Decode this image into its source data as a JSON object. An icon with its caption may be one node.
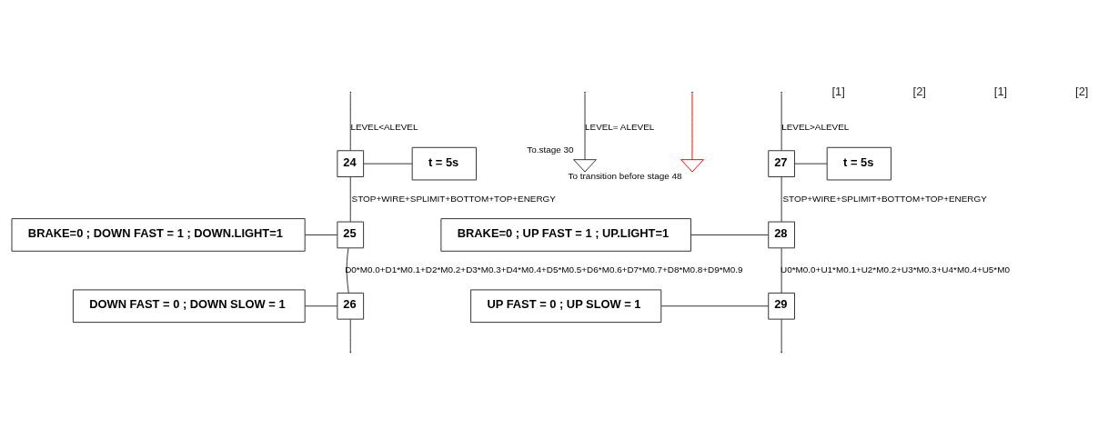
{
  "diagram": {
    "nodes": [
      {
        "text": [
          "24"
        ]
      },
      {
        "text": [
          "t = 5s"
        ]
      },
      {
        "text": [
          "25"
        ]
      },
      {
        "text": [
          "BRAKE=0 ; DOWN FAST = 1 ; DOWN.LIGHT=1"
        ]
      },
      {
        "text": [
          "26"
        ]
      },
      {
        "text": [
          "DOWN FAST = 0 ; DOWN SLOW = 1"
        ]
      },
      {
        "text": [],
        "shape": "triangle",
        "beside": [
          "To.stage 30"
        ]
      },
      {
        "text": [],
        "shape": "triangle",
        "beside": [
          "To transition before stage 48"
        ]
      },
      {
        "text": [
          "27"
        ]
      },
      {
        "text": [
          "t = 5s"
        ]
      },
      {
        "text": [
          "28"
        ]
      },
      {
        "text": [
          "BRAKE=0 ; UP FAST = 1 ; UP.LIGHT=1"
        ]
      },
      {
        "text": [
          "29"
        ]
      },
      {
        "text": [
          "UP FAST = 0 ; UP SLOW = 1"
        ]
      }
    ],
    "edges": [
      {
        "from": null,
        "to": 0,
        "arrow": "none",
        "label": "LEVEL<ALEVEL"
      },
      {
        "from": null,
        "to": 6,
        "arrow": "none",
        "label": "LEVEL= ALEVEL"
      },
      {
        "from": null,
        "to": 8,
        "arrow": "none",
        "label": "LEVEL>ALEVEL"
      },
      {
        "from": 0,
        "to": 1,
        "arrow": "none"
      },
      {
        "from": 0,
        "to": 2,
        "arrow": "none",
        "label": "STOP+WIRE+SPLIMIT+BOTTOM+TOP+ENERGY"
      },
      {
        "from": null,
        "to": 7,
        "arrow": "none",
        "color": "#ff0000"
      },
      {
        "from": 2,
        "to": 3,
        "arrow": "none"
      },
      {
        "from": 2,
        "to": 4,
        "arrow": "none",
        "label": "D0*M0.0+D1*M0.1+D2*M0.2+D3*M0.3+D4*M0.4+D5*M0.5+D6*M0.6+D7*M0.7+D8*M0.8+D9*M0.9"
      },
      {
        "from": 4,
        "to": 5,
        "arrow": "none"
      },
      {
        "from": 4,
        "to": null,
        "arrow": "none"
      },
      {
        "from": 8,
        "to": 9,
        "arrow": "none"
      },
      {
        "from": 8,
        "to": 10,
        "arrow": "none",
        "label": "STOP+WIRE+SPLIMIT+BOTTOM+TOP+ENERGY"
      },
      {
        "from": 10,
        "to": 11,
        "arrow": "none"
      },
      {
        "from": 10,
        "to": 12,
        "arrow": "none",
        "label": "U0*M0.0+U1*M0.1+U2*M0.2+U3*M0.3+U4*M0.4+U5*M0"
      },
      {
        "from": 12,
        "to": 13,
        "arrow": "none"
      },
      {
        "from": 12,
        "to": null,
        "arrow": "none"
      }
    ],
    "labels": [
      "[1]",
      "[2]",
      "[1]",
      "[2]"
    ]
  }
}
